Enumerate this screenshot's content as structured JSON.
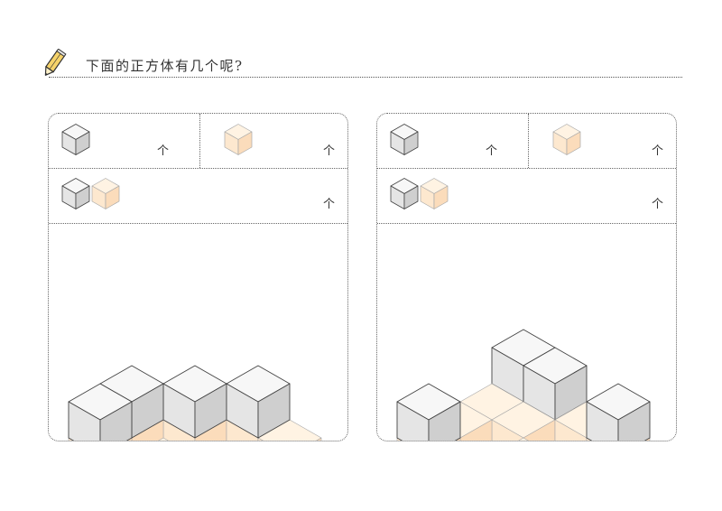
{
  "worksheet": {
    "instruction": "下面的正方体有几个呢?"
  },
  "panels": [
    {
      "count_rows": [
        {
          "icon": "gray-cube-icon",
          "unit": "个"
        },
        {
          "icon": "orange-cube-icon",
          "unit": "个"
        },
        {
          "icon": "gray-and-orange-cubes-icon",
          "unit": "个"
        }
      ]
    },
    {
      "count_rows": [
        {
          "icon": "gray-cube-icon",
          "unit": "个"
        },
        {
          "icon": "orange-cube-icon",
          "unit": "个"
        },
        {
          "icon": "gray-and-orange-cubes-icon",
          "unit": "个"
        }
      ]
    }
  ],
  "colors": {
    "gray_top": "#f7f7f7",
    "gray_left": "#e5e5e5",
    "gray_right": "#cfcfcf",
    "orange_top": "#fff3e3",
    "orange_left": "#fde8cf",
    "orange_right": "#fbdcbb",
    "edge": "#444444"
  }
}
